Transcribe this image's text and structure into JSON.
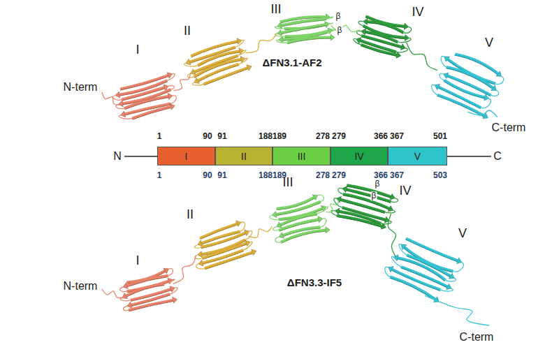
{
  "diagram": {
    "nodes": [
      {
        "text": [
          "I"
        ]
      },
      {
        "text": [
          "II"
        ]
      },
      {
        "text": [
          "III"
        ]
      },
      {
        "text": [
          "IV"
        ]
      },
      {
        "text": [
          "V"
        ]
      }
    ],
    "labels": [
      "III",
      "II",
      "IV",
      "β",
      "β",
      "I",
      "N-term",
      "ΔFN3.1-AF2",
      "V",
      "C-term",
      "1",
      "90",
      "91",
      "188",
      "189",
      "278",
      "279",
      "366",
      "367",
      "501",
      "N",
      "C",
      "1",
      "90",
      "91",
      "188",
      "189",
      "278",
      "279",
      "366",
      "367",
      "503",
      "III",
      "II",
      "IV",
      "β",
      "β",
      "I",
      "V",
      "N-term",
      "ΔFN3.3-IF5",
      "C-term"
    ]
  }
}
